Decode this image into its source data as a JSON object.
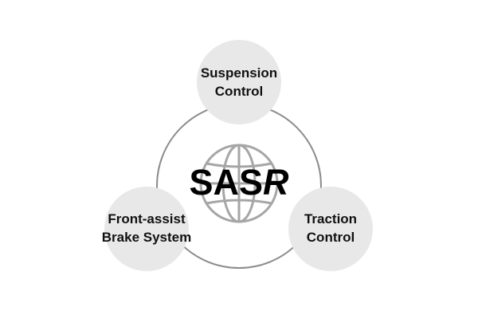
{
  "center": {
    "prefix": "SAS",
    "suffix": "R"
  },
  "nodes": {
    "top": {
      "line1": "Suspension",
      "line2": "Control"
    },
    "left": {
      "line1": "Front-assist",
      "line2": "Brake System"
    },
    "right": {
      "line1": "Traction",
      "line2": "Control"
    }
  },
  "colors": {
    "ring": "#8c8c8c",
    "node_fill": "#e8e8e8",
    "globe": "#a6a6a6",
    "text": "#111111"
  }
}
